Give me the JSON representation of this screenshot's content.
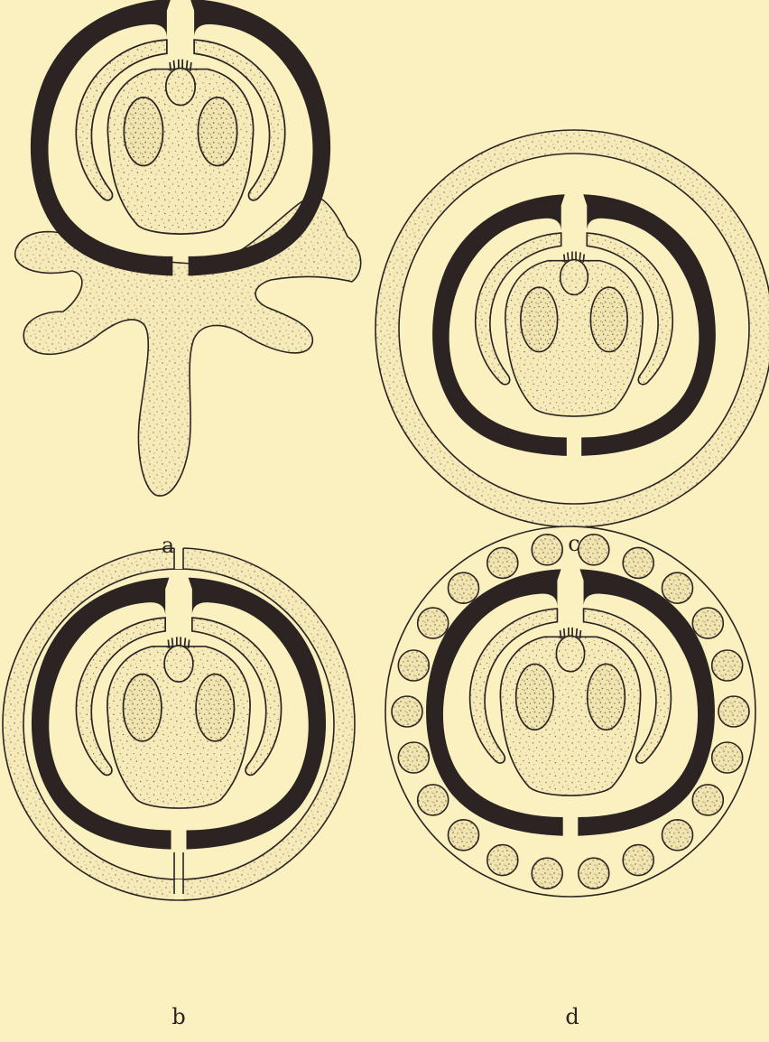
{
  "figures": [
    {
      "id": "a",
      "label": "a"
    },
    {
      "id": "c",
      "label": "c"
    },
    {
      "id": "b",
      "label": "b"
    },
    {
      "id": "d",
      "label": "d"
    }
  ],
  "colors": {
    "background": "#fbf1c0",
    "ink": "#2b2422",
    "stipple_fill": "#f6ebb8"
  }
}
